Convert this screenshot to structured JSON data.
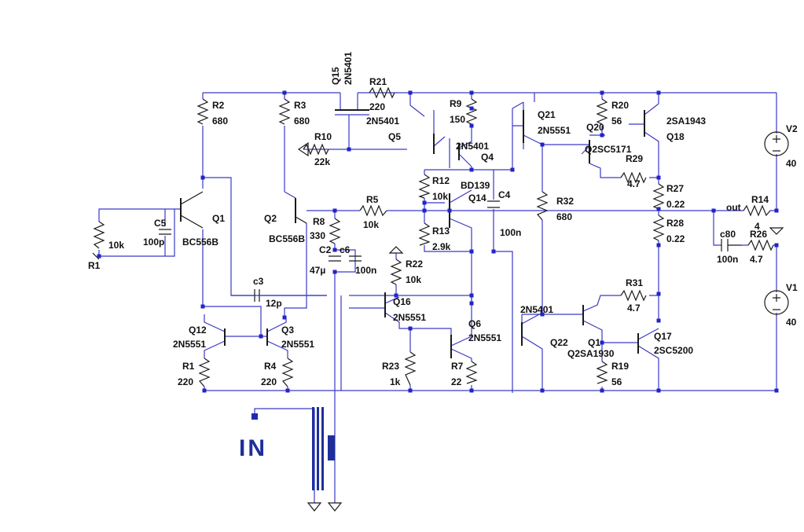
{
  "in_label": "IN",
  "labels": {
    "q15": "Q15",
    "q15_part": "2N5401",
    "r21": "R21",
    "r21_val": "220",
    "r21_part": "2N5401",
    "r2": "R2",
    "r2_val": "680",
    "r3": "R3",
    "r3_val": "680",
    "r10": "R10",
    "r10_val": "22k",
    "q5": "Q5",
    "r9": "R9",
    "r9_val": "150",
    "q4_part": "2N5401",
    "q4": "Q4",
    "q21": "Q21",
    "q21_part": "2N5551",
    "r20": "R20",
    "r20_val": "56",
    "q20": "Q20",
    "q2sc": "Q2SC5171",
    "q18_part": "2SA1943",
    "q18": "Q18",
    "v2": "V2",
    "v2_val": "40",
    "r29": "R29",
    "r29_val": "4.7",
    "r12": "R12",
    "r12_val": "10k",
    "bd139": "BD139",
    "q14": "Q14",
    "c4": "C4",
    "r27": "R27",
    "r27_val": "0.22",
    "q1": "Q1",
    "q2": "Q2",
    "r8": "R8",
    "r8_val": "330",
    "r5": "R5",
    "r5_val": "10k",
    "r32": "R32",
    "r32_val": "680",
    "out": "out",
    "r14": "R14",
    "r14_val": "4",
    "c5": "C5",
    "c5_val": "100p",
    "r_10k": "10k",
    "bc556b_1": "BC556B",
    "bc556b_2": "BC556B",
    "r1_top": "R1",
    "r13": "R13",
    "r13_val": "2.9k",
    "c4_val": "100n",
    "r28": "R28",
    "r28_val": "0.22",
    "c80": "c80",
    "c80_val": "100n",
    "r26": "R26",
    "r26_val": "4.7",
    "c2": "C2",
    "c6": "c6",
    "c2_val": "47µ",
    "c6_val": "100n",
    "r22": "R22",
    "r22_val": "10k",
    "c3": "c3",
    "c3_val": "12p",
    "q16": "Q16",
    "q16_part": "2N5551",
    "r31": "R31",
    "r31_val": "4.7",
    "v1": "V1",
    "v1_val": "40",
    "q12": "Q12",
    "q12_part": "2N5551",
    "q3": "Q3",
    "q3_part": "2N5551",
    "q6": "Q6",
    "q6_part": "2N5551",
    "q22_part": "2N5401",
    "q22": "Q22",
    "q1x": "Q1",
    "q2sa": "Q2SA1930",
    "q17": "Q17",
    "q17_part": "2SC5200",
    "r1_bot": "R1",
    "r1_bot_val": "220",
    "r4": "R4",
    "r4_val": "220",
    "r23": "R23",
    "r23_val": "1k",
    "r7": "R7",
    "r7_val": "22",
    "r19": "R19",
    "r19_val": "56"
  }
}
